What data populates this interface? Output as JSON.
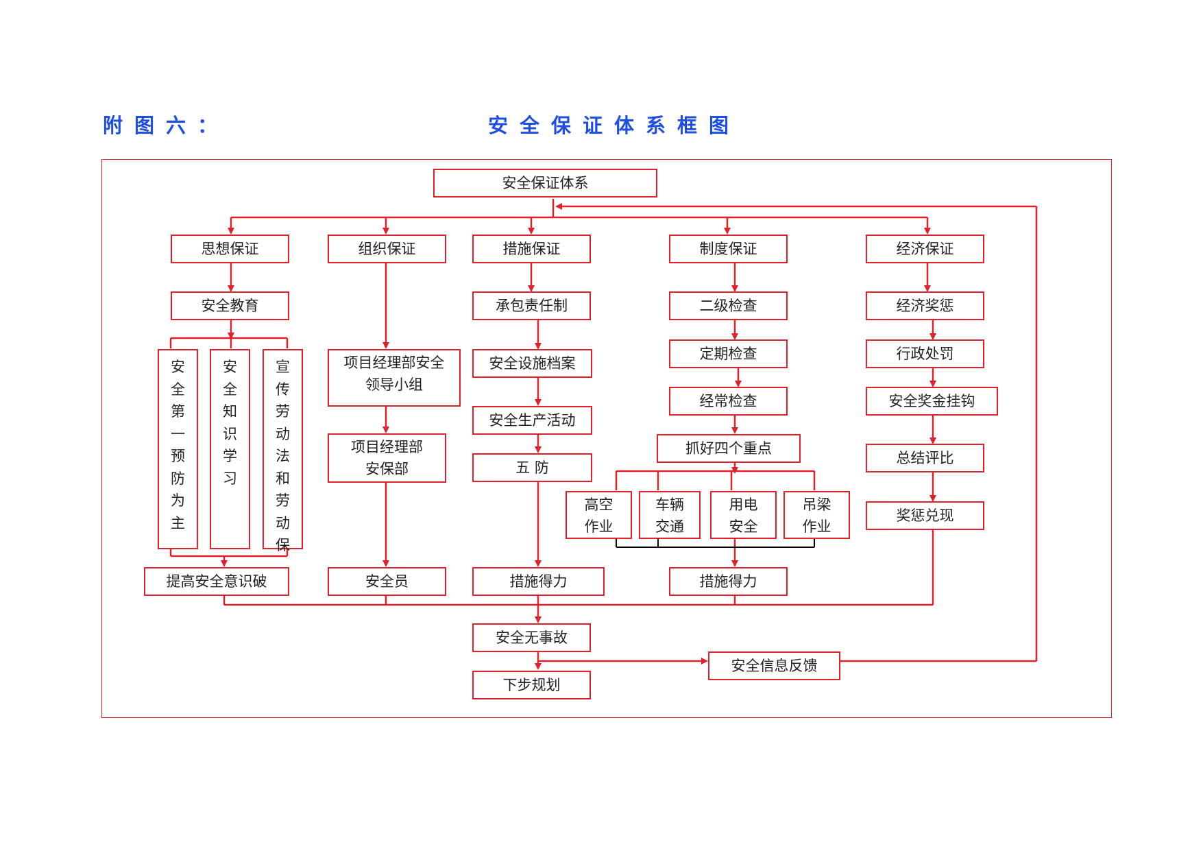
{
  "header": {
    "figure_label": "附图六：",
    "title": "安全保证体系框图"
  },
  "diagram": {
    "root": "安全保证体系",
    "branches": {
      "thought": {
        "title": "思想保证",
        "step1": "安全教育",
        "col1": "安\n全\n第\n一\n预\n防\n为\n主",
        "col2": "安\n全\n知\n识\n学\n习",
        "col3": "宣\n传\n劳\n动\n法\n和\n劳\n动\n保",
        "result": "提高安全意识破"
      },
      "organization": {
        "title": "组织保证",
        "step1": "项目经理部安全\n领导小组",
        "step2": "项目经理部\n安保部",
        "result": "安全员"
      },
      "measures": {
        "title": "措施保证",
        "step1": "承包责任制",
        "step2": "安全设施档案",
        "step3": "安全生产活动",
        "step4": "五        防",
        "result": "措施得力"
      },
      "system": {
        "title": "制度保证",
        "step1": "二级检查",
        "step2": "定期检查",
        "step3": "经常检查",
        "step4": "抓好四个重点",
        "focus": [
          "高空\n作业",
          "车辆\n交通",
          "用电\n安全",
          "吊梁\n作业"
        ],
        "result": "措施得力"
      },
      "economy": {
        "title": "经济保证",
        "step1": "经济奖惩",
        "step2": "行政处罚",
        "step3": "安全奖金挂钩",
        "step4": "总结评比",
        "step5": "奖惩兑现"
      }
    },
    "outcome": "安全无事故",
    "next_plan": "下步规划",
    "feedback": "安全信息反馈"
  },
  "colors": {
    "line": "#e0202a",
    "header": "#1f4fe0",
    "text": "#222222",
    "black_line": "#000000"
  }
}
